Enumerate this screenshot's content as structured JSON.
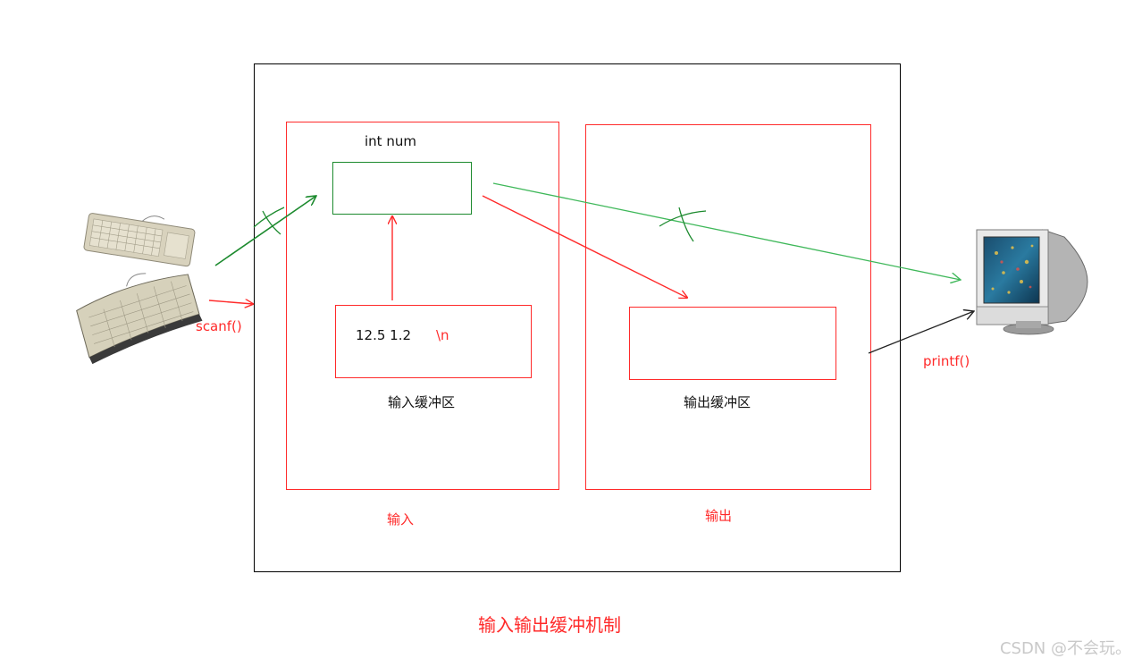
{
  "diagram": {
    "title": "输入输出缓冲机制",
    "variable": {
      "label": "int num"
    },
    "input_buffer": {
      "values": "12.5 1.2",
      "newline": "\\n",
      "label": "输入缓冲区"
    },
    "output_buffer": {
      "label": "输出缓冲区"
    },
    "input_region": {
      "label": "输入"
    },
    "output_region": {
      "label": "输出"
    },
    "functions": {
      "scanf": "scanf()",
      "printf": "printf()"
    },
    "devices": {
      "keyboard": "keyboard-icon",
      "monitor": "monitor-icon"
    }
  },
  "watermark": "CSDN @不会玩。",
  "colors": {
    "red": "#ff2a2a",
    "green": "#1c8a2e",
    "black": "#000000"
  }
}
